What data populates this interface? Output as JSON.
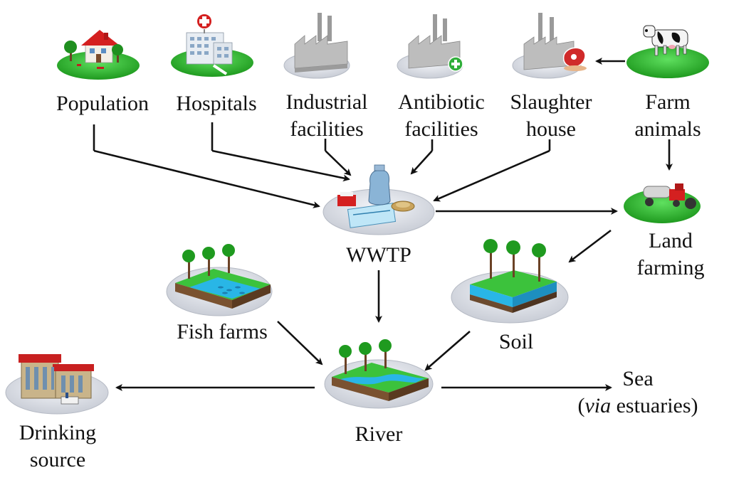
{
  "nodes": {
    "population": {
      "label": "Population"
    },
    "hospitals": {
      "label": "Hospitals"
    },
    "industrial": {
      "line1": "Industrial",
      "line2": "facilities"
    },
    "antibiotic": {
      "line1": "Antibiotic",
      "line2": "facilities"
    },
    "slaughter": {
      "line1": "Slaughter",
      "line2": "house"
    },
    "farm_animals": {
      "line1": "Farm",
      "line2": "animals"
    },
    "wwtp": {
      "label": "WWTP"
    },
    "land_farming": {
      "line1": "Land",
      "line2": "farming"
    },
    "soil": {
      "label": "Soil"
    },
    "fish_farms": {
      "label": "Fish farms"
    },
    "river": {
      "label": "River"
    },
    "drinking": {
      "line1": "Drinking",
      "line2": "source"
    },
    "sea": {
      "line1": "Sea",
      "line2_open": "(",
      "line2_italic": "via",
      "line2_rest": " estuaries)"
    }
  },
  "icons": {
    "population": "house-icon",
    "hospitals": "hospital-icon",
    "industrial": "factory-icon",
    "antibiotic": "factory-plus-icon",
    "slaughter": "slaughterhouse-icon",
    "farm_animals": "cow-icon",
    "wwtp": "treatment-plant-icon",
    "land_farming": "tractor-icon",
    "soil": "soil-layers-icon",
    "fish_farms": "fish-pond-icon",
    "river": "river-icon",
    "drinking": "water-works-icon"
  },
  "colors": {
    "grass": "#2db82d",
    "water": "#29b6e6",
    "roof": "#d42020",
    "factory": "#a8a8a8",
    "arrow": "#111111"
  }
}
